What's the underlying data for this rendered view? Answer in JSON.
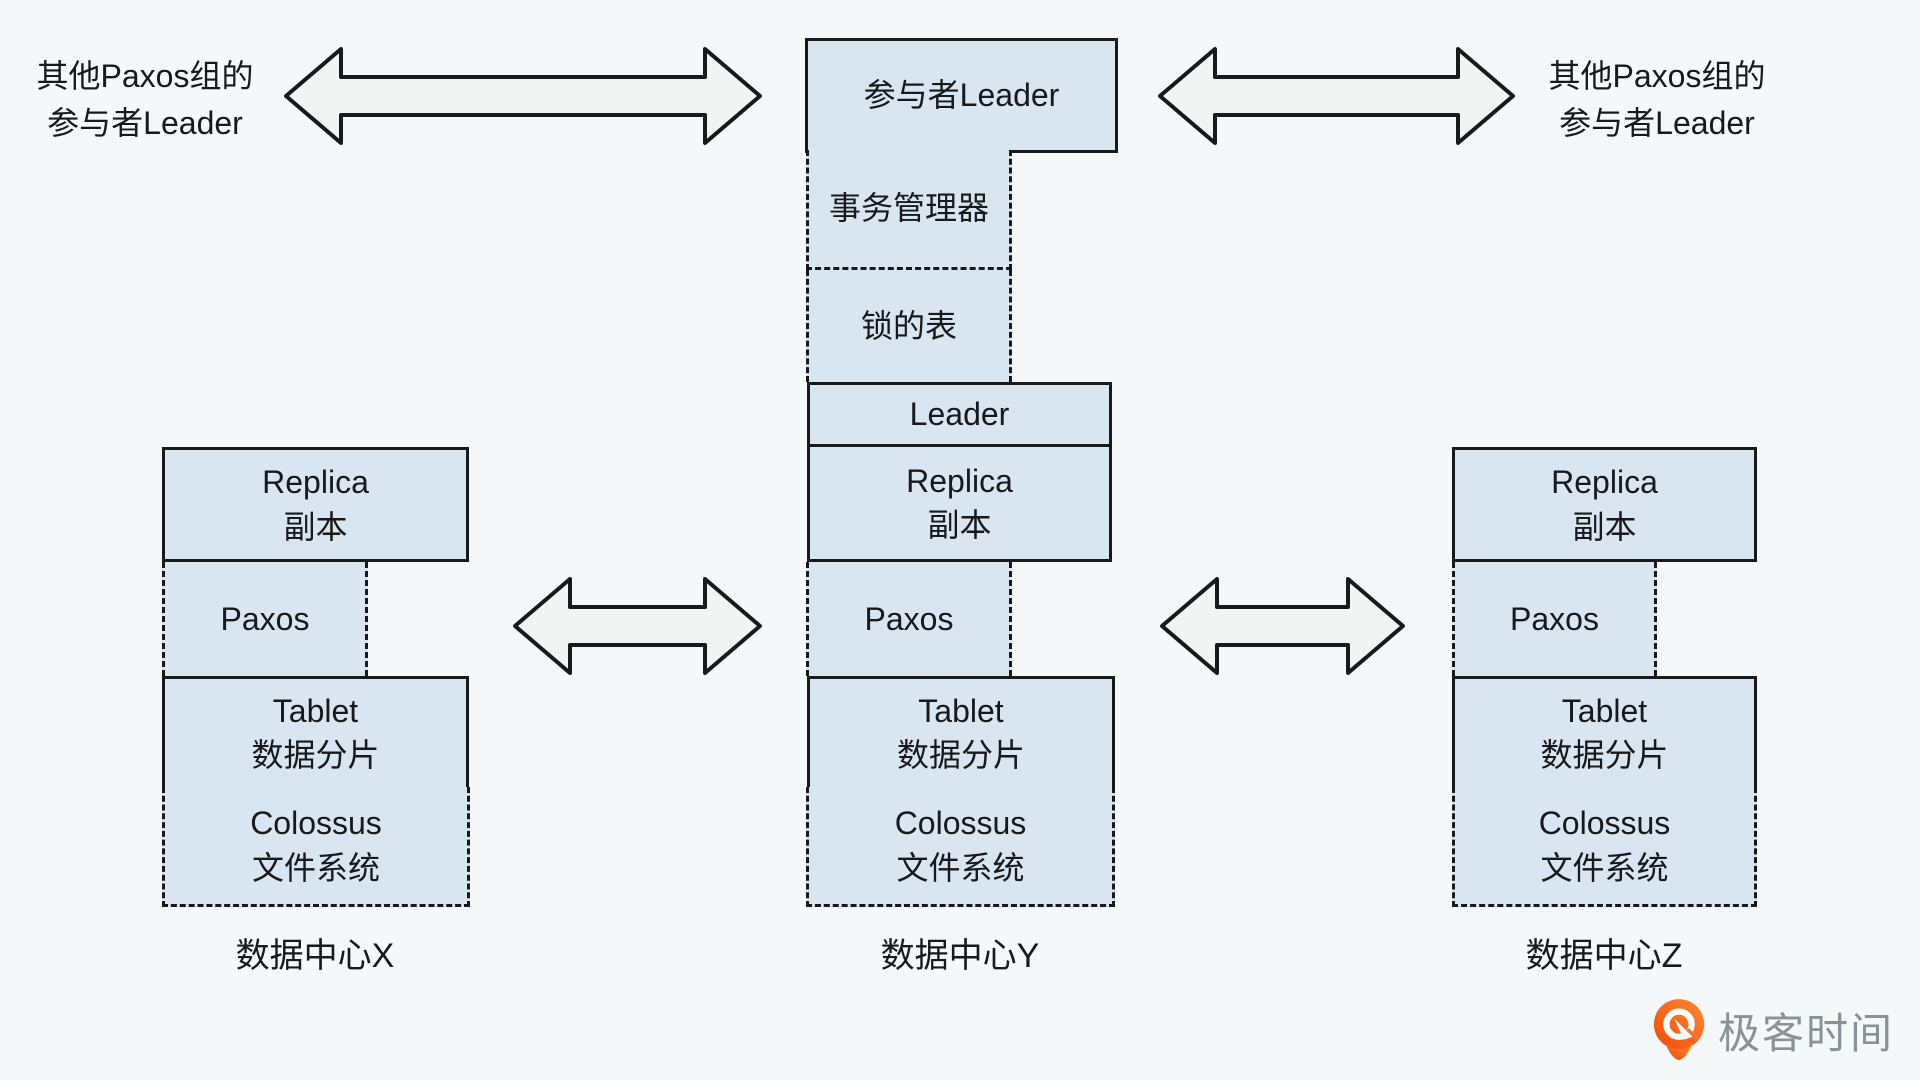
{
  "side_labels": {
    "left": {
      "line1": "其他Paxos组的",
      "line2": "参与者Leader"
    },
    "right": {
      "line1": "其他Paxos组的",
      "line2": "参与者Leader"
    }
  },
  "columns": {
    "center": {
      "participant_leader": "参与者Leader",
      "transaction_manager": "事务管理器",
      "lock_table": "锁的表",
      "leader": "Leader",
      "replica_en": "Replica",
      "replica_zh": "副本",
      "paxos": "Paxos",
      "tablet_en": "Tablet",
      "tablet_zh": "数据分片",
      "colossus_en": "Colossus",
      "colossus_zh": "文件系统",
      "label": "数据中心Y"
    },
    "left": {
      "replica_en": "Replica",
      "replica_zh": "副本",
      "paxos": "Paxos",
      "tablet_en": "Tablet",
      "tablet_zh": "数据分片",
      "colossus_en": "Colossus",
      "colossus_zh": "文件系统",
      "label": "数据中心X"
    },
    "right": {
      "replica_en": "Replica",
      "replica_zh": "副本",
      "paxos": "Paxos",
      "tablet_en": "Tablet",
      "tablet_zh": "数据分片",
      "colossus_en": "Colossus",
      "colossus_zh": "文件系统",
      "label": "数据中心Z"
    }
  },
  "logo": {
    "text": "极客时间",
    "icon": "geektime-pin-icon"
  },
  "colors": {
    "background": "#F4F8F9",
    "box_fill": "#D9E5F1",
    "box_border": "#17191B",
    "arrow_fill": "#F2F3F3",
    "text": "#17191B",
    "logo_orange": "#F4581C",
    "logo_text_gray": "#8A9298"
  }
}
